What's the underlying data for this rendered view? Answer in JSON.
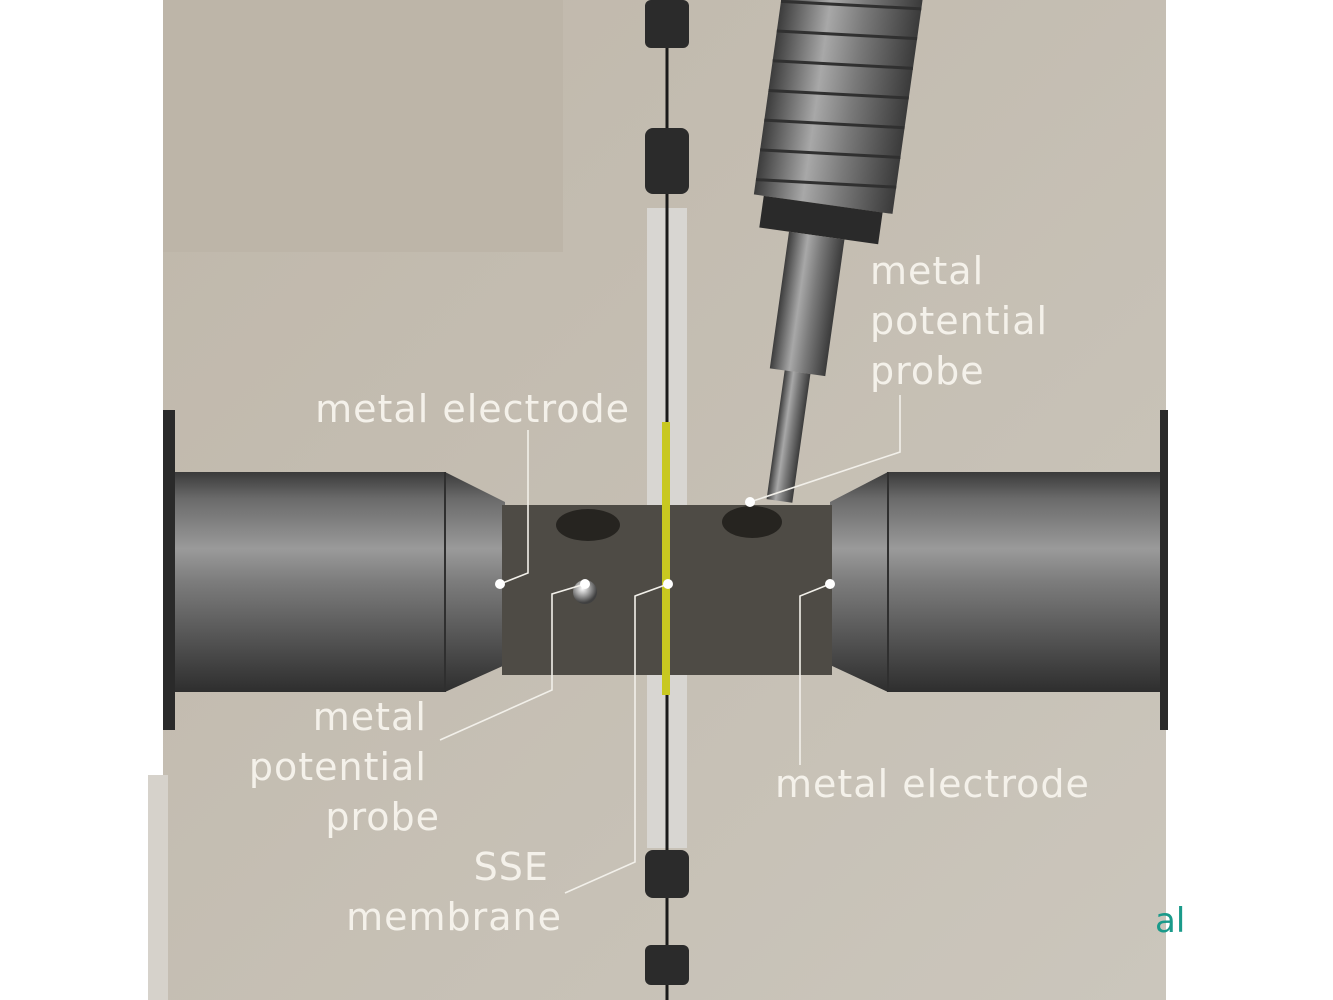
{
  "labels": {
    "electrode_left": "metal electrode",
    "electrode_right": "metal electrode",
    "probe_top": [
      "metal",
      "potential",
      "probe"
    ],
    "probe_bottom": [
      "metal",
      "potential",
      "probe"
    ],
    "membrane": [
      "SSE",
      "membrane"
    ]
  },
  "edge_fragment": "al",
  "colors": {
    "background": "#c4bdb1",
    "membrane": "#c8c820",
    "electrode_steel": "#6e6e6e",
    "label_text": "#f4f1ea",
    "edge_fragment": "#1a9a8a"
  }
}
